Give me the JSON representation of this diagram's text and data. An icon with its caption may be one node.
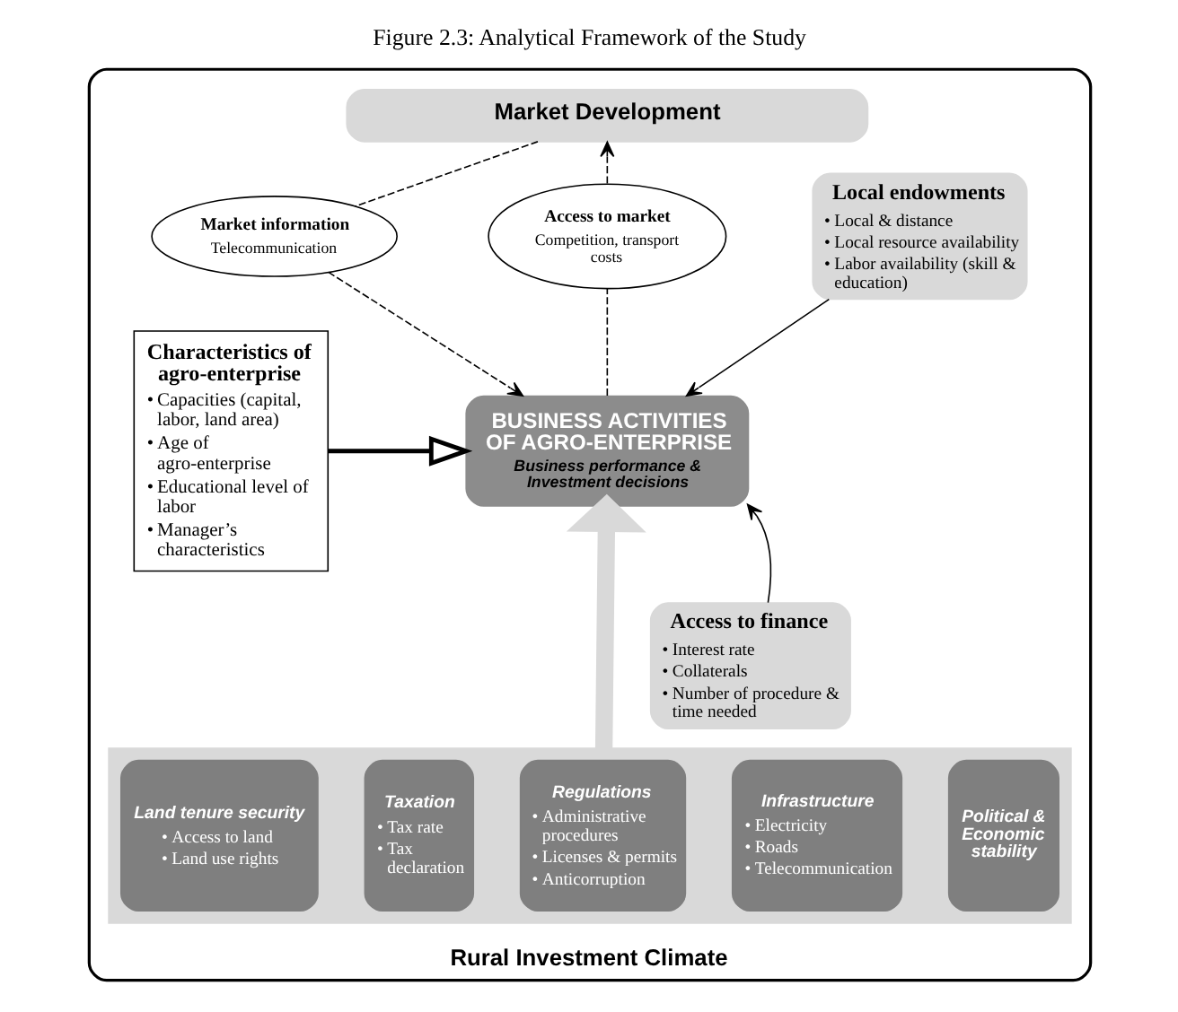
{
  "diagram": {
    "title": "Figure 2.3: Analytical Framework of the Study",
    "nodes": [
      {
        "text": [
          "Rural Investment Climate"
        ]
      },
      {
        "text": [
          "Market Development"
        ],
        "in": 0
      },
      {
        "text": [
          "Market information",
          "Telecommunication"
        ],
        "in": 0
      },
      {
        "text": [
          "Access to market",
          "Competition, transport costs"
        ],
        "in": 0
      },
      {
        "text": [
          "Characteristics of agro-enterprise",
          "• Capacities (capital, labor, land area)",
          "• Age of agro-enterprise",
          "• Educational level of labor",
          "• Manager’s characteristics"
        ],
        "in": 0
      },
      {
        "text": [
          "BUSINESS ACTIVITIES OF AGRO-ENTERPRISE",
          "Business performance & Investment decisions"
        ],
        "in": 0
      },
      {
        "text": [
          "Local endowments",
          "• Local & distance",
          "• Local resource availability",
          "• Labor availability (skill & education)"
        ],
        "in": 0
      },
      {
        "text": [
          "Access to finance",
          "• Interest rate",
          "• Collaterals",
          "• Number of procedure & time needed"
        ],
        "in": 0
      },
      {
        "text": [],
        "shape": "box",
        "in": 0
      },
      {
        "text": [
          "Land tenure security",
          "• Access to land",
          "• Land use rights"
        ],
        "in": 8
      },
      {
        "text": [
          "Taxation",
          "• Tax rate",
          "• Tax declaration"
        ],
        "in": 8
      },
      {
        "text": [
          "Regulations",
          "• Administrative procedures",
          "• Licenses & permits",
          "• Anticorruption"
        ],
        "in": 8
      },
      {
        "text": [
          "Infrastructure",
          "• Electricity",
          "• Roads",
          "• Telecommunication"
        ],
        "in": 8
      },
      {
        "text": [
          "Political & Economic stability"
        ],
        "in": 8
      }
    ],
    "edges": [
      {
        "from": 1,
        "to": 2,
        "arrow": "none",
        "style": "dashed"
      },
      {
        "from": 2,
        "to": 5,
        "arrow": "to",
        "style": "dashed"
      },
      {
        "from": 5,
        "to": 3,
        "arrow": "none",
        "style": "dashed"
      },
      {
        "from": 3,
        "to": 1,
        "arrow": "to",
        "style": "dashed"
      },
      {
        "from": 4,
        "to": 5,
        "arrow": "to",
        "style": "thick"
      },
      {
        "from": 6,
        "to": 5,
        "arrow": "to"
      },
      {
        "from": 7,
        "to": 5,
        "arrow": "to"
      },
      {
        "from": 8,
        "to": 5,
        "arrow": "to",
        "style": "thick",
        "color": "#d9d9d9"
      }
    ]
  }
}
